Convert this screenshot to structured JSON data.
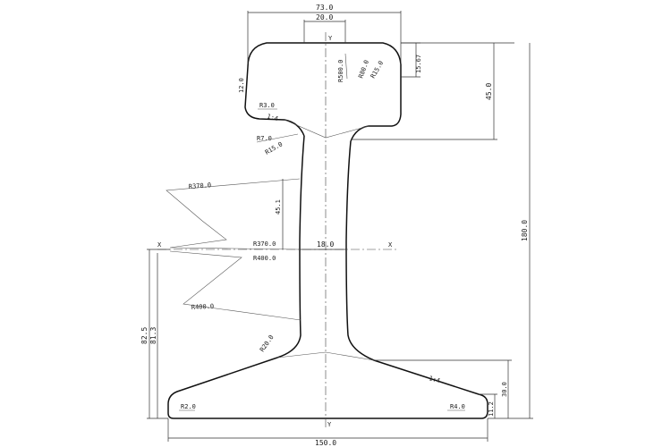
{
  "drawing": {
    "dimensions": {
      "head_width": "73.0",
      "crown_width": "20.0",
      "head_edge": "12.0",
      "head_side": "15.67",
      "head_height": "45.0",
      "total_height": "180.0",
      "web_thickness": "18.0",
      "web_offset": "45.1",
      "neutral_axis_a": "82.5",
      "neutral_axis_b": "81.3",
      "base_height": "30.0",
      "base_edge": "11.2",
      "base_width": "150.0"
    },
    "radii": {
      "crown": "R500.0",
      "head_r80": "R80.0",
      "head_r15": "R15.0",
      "head_corner": "R3.0",
      "neck_r7": "R7.0",
      "neck_r15": "R15.0",
      "web_r370_top": "R370.0",
      "web_r370_mid": "R370.0",
      "web_r400_mid": "R400.0",
      "web_r400_low": "R400.0",
      "foot_fillet": "R20.0",
      "base_left": "R2.0",
      "base_right": "R4.0"
    },
    "slopes": {
      "head_slope": "1:4",
      "base_slope": "1:4"
    },
    "axes": {
      "x_left": "X",
      "x_right": "X",
      "y_top": "Y",
      "y_bottom": "Y"
    }
  }
}
